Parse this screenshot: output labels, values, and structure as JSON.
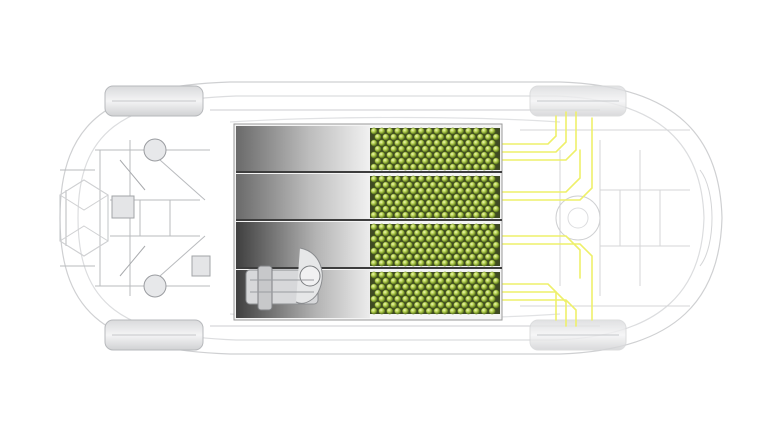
{
  "image": {
    "subject": "car-chassis-battery-pack-cutaway",
    "view": "top-down"
  },
  "battery": {
    "modules": 4,
    "cells_per_module_row_pattern": "staggered",
    "cells_per_module_grid": [
      7,
      16
    ]
  },
  "colors": {
    "background": "#ffffff",
    "chassis_line": "#c9cacc",
    "chassis_line_dark": "#9a9ca0",
    "module_casing_dark": "#5a5a5a",
    "module_casing_light": "#e0e0e0",
    "cell_green": "#a7c24a",
    "cell_green_light": "#d7ea8a",
    "cell_green_dark": "#5f7d1e",
    "wire_yellow": "#eef06a"
  },
  "icons": {
    "drive_unit": "drive-unit-icon",
    "wheel": "wheel-icon"
  }
}
